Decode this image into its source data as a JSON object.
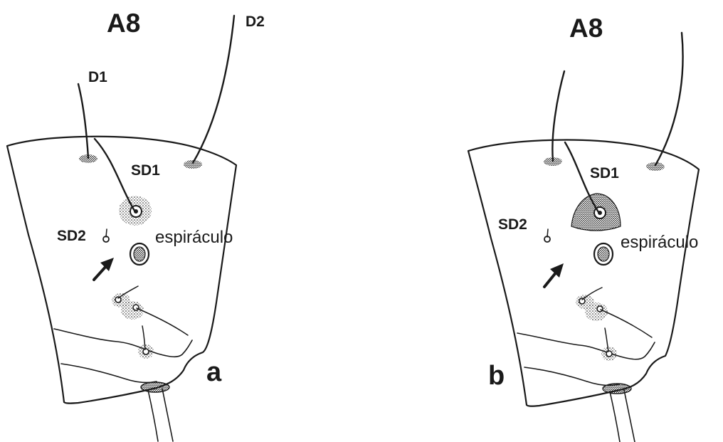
{
  "panels": [
    {
      "id": "a",
      "title": "A8",
      "panel_letter": "a",
      "labels": {
        "d1": "D1",
        "d2": "D2",
        "sd1": "SD1",
        "sd2": "SD2",
        "spiracle": "espiráculo"
      }
    },
    {
      "id": "b",
      "title": "A8",
      "panel_letter": "b",
      "labels": {
        "sd1": "SD1",
        "sd2": "SD2",
        "spiracle": "espiráculo"
      }
    }
  ],
  "colors": {
    "ink": "#1a1a1a",
    "background": "#ffffff"
  }
}
